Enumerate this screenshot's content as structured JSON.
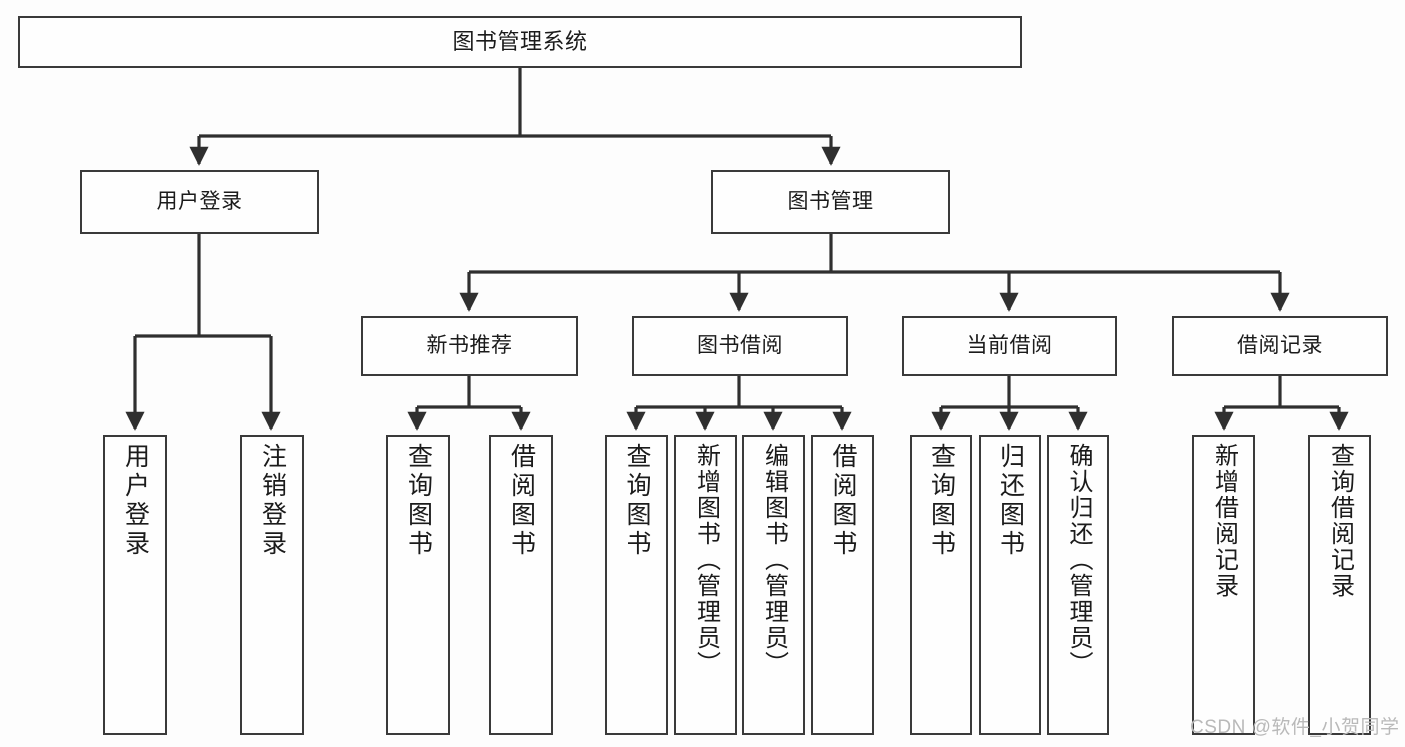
{
  "diagram": {
    "title": "图书管理系统",
    "type": "功能结构图",
    "watermark": "CSDN @软件_小贺同学",
    "colors": {
      "box_border": "#3a3a3a",
      "box_fill": "#fefefe",
      "connector": "#2f2f2f",
      "text": "#1b1b1b",
      "watermark": "#b9b9b9",
      "background": "#fdfdfd"
    }
  },
  "nodes": {
    "root": {
      "label": "图书管理系统"
    },
    "level1": [
      {
        "id": "user-login",
        "label": "用户登录"
      },
      {
        "id": "book-manage",
        "label": "图书管理"
      }
    ],
    "level2": [
      {
        "id": "new-book-recommend",
        "label": "新书推荐"
      },
      {
        "id": "book-borrow",
        "label": "图书借阅"
      },
      {
        "id": "current-borrow",
        "label": "当前借阅"
      },
      {
        "id": "borrow-record",
        "label": "借阅记录"
      }
    ],
    "leaves": {
      "user-login": [
        {
          "id": "leaf-user-login",
          "label": "用户登录"
        },
        {
          "id": "leaf-logout",
          "label": "注销登录"
        }
      ],
      "new-book-recommend": [
        {
          "id": "leaf-query-book-1",
          "label": "查询图书"
        },
        {
          "id": "leaf-borrow-book-1",
          "label": "借阅图书"
        }
      ],
      "book-borrow": [
        {
          "id": "leaf-query-book-2",
          "label": "查询图书"
        },
        {
          "id": "leaf-add-book",
          "label": "新增图书（管理员）"
        },
        {
          "id": "leaf-edit-book",
          "label": "编辑图书（管理员）"
        },
        {
          "id": "leaf-borrow-book-2",
          "label": "借阅图书"
        }
      ],
      "current-borrow": [
        {
          "id": "leaf-query-book-3",
          "label": "查询图书"
        },
        {
          "id": "leaf-return-book",
          "label": "归还图书"
        },
        {
          "id": "leaf-confirm-return",
          "label": "确认归还（管理员）"
        }
      ],
      "borrow-record": [
        {
          "id": "leaf-add-record",
          "label": "新增借阅记录"
        },
        {
          "id": "leaf-query-record",
          "label": "查询借阅记录"
        }
      ]
    }
  }
}
